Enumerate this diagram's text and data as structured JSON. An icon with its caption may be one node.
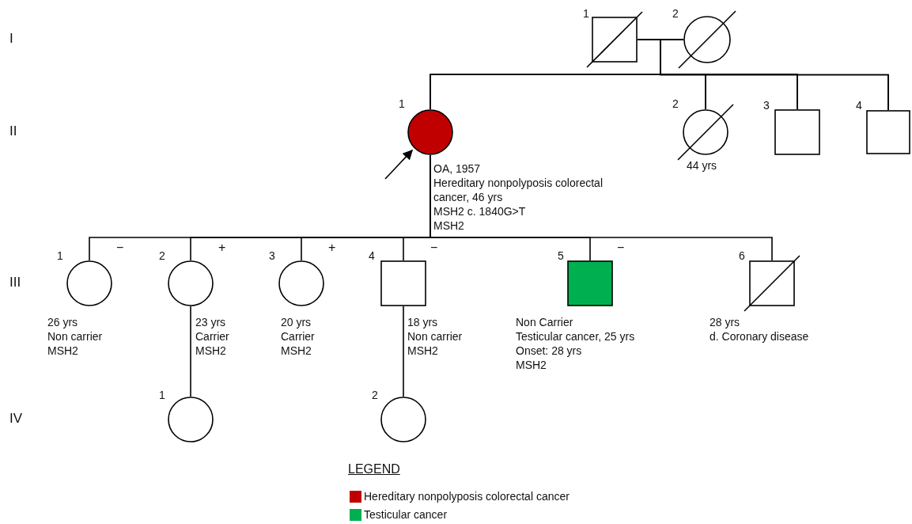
{
  "diagram": {
    "nodes": [
      {
        "text": [],
        "shape": "box",
        "beside": [
          "1"
        ]
      },
      {
        "text": [],
        "shape": "circle",
        "beside": [
          "2"
        ]
      },
      {
        "text": [],
        "shape": "circle",
        "beside": [
          "1",
          "OA, 1957",
          "Hereditary nonpolyposis colorectal cancer, 46 yrs",
          "MSH2 c. 1840G>T",
          "MSH2"
        ]
      },
      {
        "text": [],
        "shape": "circle",
        "beside": [
          "2",
          "44 yrs"
        ]
      },
      {
        "text": [],
        "shape": "box",
        "beside": [
          "3"
        ]
      },
      {
        "text": [],
        "shape": "box",
        "beside": [
          "4"
        ]
      },
      {
        "text": [],
        "shape": "circle",
        "beside": [
          "1",
          "−",
          "26 yrs",
          "Non carrier",
          "MSH2"
        ]
      },
      {
        "text": [],
        "shape": "circle",
        "beside": [
          "2",
          "+",
          "23 yrs",
          "Carrier",
          "MSH2"
        ]
      },
      {
        "text": [],
        "shape": "circle",
        "beside": [
          "3",
          "+",
          "20 yrs",
          "Carrier",
          "MSH2"
        ]
      },
      {
        "text": [],
        "shape": "box",
        "beside": [
          "4",
          "−",
          "18 yrs",
          "Non carrier",
          "MSH2"
        ]
      },
      {
        "text": [],
        "shape": "box",
        "beside": [
          "5",
          "−",
          "Non Carrier",
          "Testicular cancer, 25 yrs",
          "Onset: 28 yrs",
          "MSH2"
        ]
      },
      {
        "text": [],
        "shape": "box",
        "beside": [
          "6",
          "28 yrs",
          "d. Coronary disease"
        ]
      },
      {
        "text": [],
        "shape": "circle",
        "beside": [
          "1"
        ]
      },
      {
        "text": [],
        "shape": "circle",
        "beside": [
          "2"
        ]
      }
    ],
    "edges": [
      {
        "from": 0,
        "to": 1,
        "arrow": "none"
      },
      {
        "from": 0,
        "to": 2,
        "arrow": "none"
      },
      {
        "from": 0,
        "to": 3,
        "arrow": "none"
      },
      {
        "from": 0,
        "to": 4,
        "arrow": "none"
      },
      {
        "from": 0,
        "to": 5,
        "arrow": "none"
      },
      {
        "from": 1,
        "to": 2,
        "arrow": "none"
      },
      {
        "from": 1,
        "to": 3,
        "arrow": "none"
      },
      {
        "from": 1,
        "to": 4,
        "arrow": "none"
      },
      {
        "from": 1,
        "to": 5,
        "arrow": "none"
      },
      {
        "from": 2,
        "to": 6,
        "arrow": "none"
      },
      {
        "from": 2,
        "to": 7,
        "arrow": "none"
      },
      {
        "from": 2,
        "to": 8,
        "arrow": "none"
      },
      {
        "from": 2,
        "to": 9,
        "arrow": "none"
      },
      {
        "from": 2,
        "to": 10,
        "arrow": "none"
      },
      {
        "from": 2,
        "to": 11,
        "arrow": "none"
      },
      {
        "from": 7,
        "to": 12,
        "arrow": "none"
      },
      {
        "from": 9,
        "to": 13,
        "arrow": "none"
      },
      {
        "from": null,
        "to": 2,
        "arrow": "to"
      }
    ],
    "labels": [
      "I",
      "II",
      "III",
      "IV",
      "LEGEND"
    ],
    "legend": [
      {
        "text": "Hereditary nonpolyposis colorectal cancer",
        "color": "#c00000"
      },
      {
        "text": "Testicular cancer",
        "color": "#00b050"
      }
    ]
  }
}
